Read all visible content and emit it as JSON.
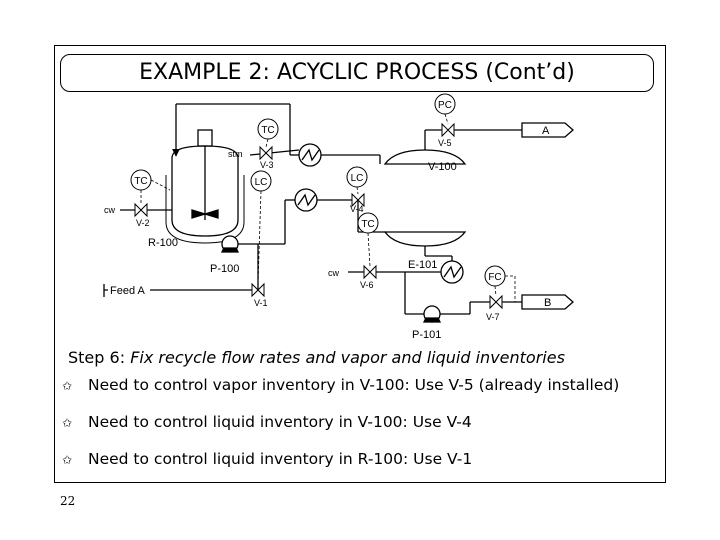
{
  "slide": {
    "title": "EXAMPLE 2: ACYCLIC PROCESS (Cont’d)",
    "page_number": "22"
  },
  "diagram": {
    "labels": {
      "pc": "PC",
      "v5": "V-5",
      "a": "A",
      "tc_top": "TC",
      "stm": "stm",
      "v3": "V-3",
      "v100": "V-100",
      "tc_left": "TC",
      "lc_reactor": "LC",
      "lc_v100": "LC",
      "cw_left": "cw",
      "v2": "V-2",
      "v4": "V-4",
      "tc_right": "TC",
      "r100": "R-100",
      "p100": "P-100",
      "cw_right": "cw",
      "v6": "V-6",
      "e101": "E-101",
      "fc": "FC",
      "feed_a": "Feed A",
      "v1": "V-1",
      "b": "B",
      "v7": "V-7",
      "p101": "P-101"
    }
  },
  "content": {
    "step_label": "Step 6:",
    "step_text": "Fix recycle flow rates and vapor and liquid inventories",
    "bullet_mark": "✩",
    "bullets": [
      "Need to control vapor inventory in V-100: Use V-5 (already installed)",
      "Need to control liquid inventory in V-100: Use V-4",
      "Need to control liquid inventory in R-100: Use V-1"
    ]
  }
}
